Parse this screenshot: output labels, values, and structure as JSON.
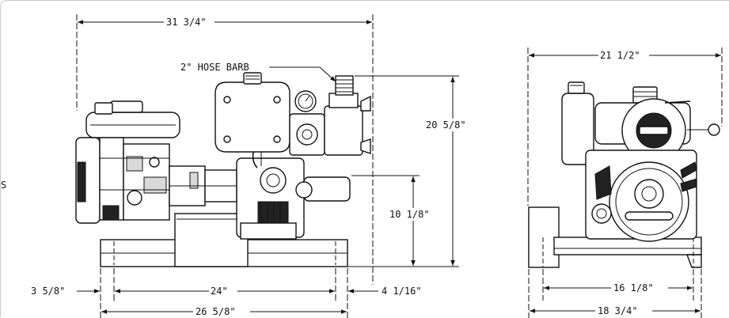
{
  "labels": {
    "hose_barb": "2\" HOSE BARB",
    "margin_letter": "S"
  },
  "dimensions": {
    "overall_length": "31 3/4\"",
    "overall_height": "20 5/8\"",
    "mid_height": "10 1/8\"",
    "left_offset": "3 5/8\"",
    "rail_spacing": "24\"",
    "right_offset": "4 1/16\"",
    "base_length": "26 5/8\"",
    "end_width": "21 1/2\"",
    "end_rail_spacing": "16 1/8\"",
    "end_base_width": "18 3/4\""
  },
  "colors": {
    "line": "#111111",
    "background": "#ffffff",
    "frame": "#c8c8c8"
  }
}
